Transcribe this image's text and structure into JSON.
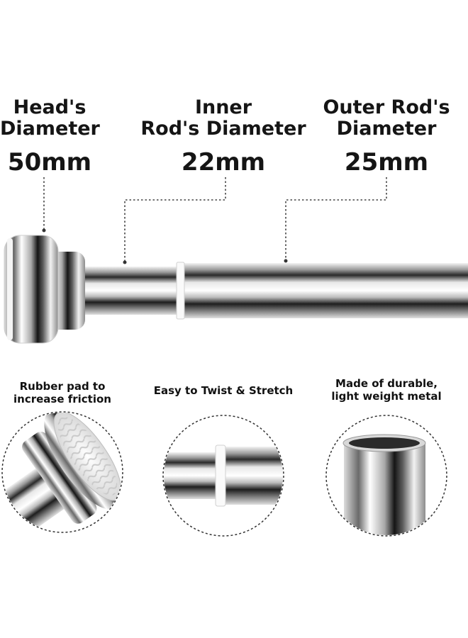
{
  "specs": [
    {
      "line1": "Head's",
      "line2": "Diameter",
      "value": "50mm"
    },
    {
      "line1": "Inner",
      "line2": "Rod's Diameter",
      "value": "22mm"
    },
    {
      "line1": "Outer Rod's",
      "line2": "Diameter",
      "value": "25mm"
    }
  ],
  "features": [
    {
      "line1": "Rubber pad to",
      "line2": "increase friction"
    },
    {
      "line1": "Easy to Twist & Stretch",
      "line2": ""
    },
    {
      "line1": "Made of durable,",
      "line2": "light weight metal"
    }
  ]
}
